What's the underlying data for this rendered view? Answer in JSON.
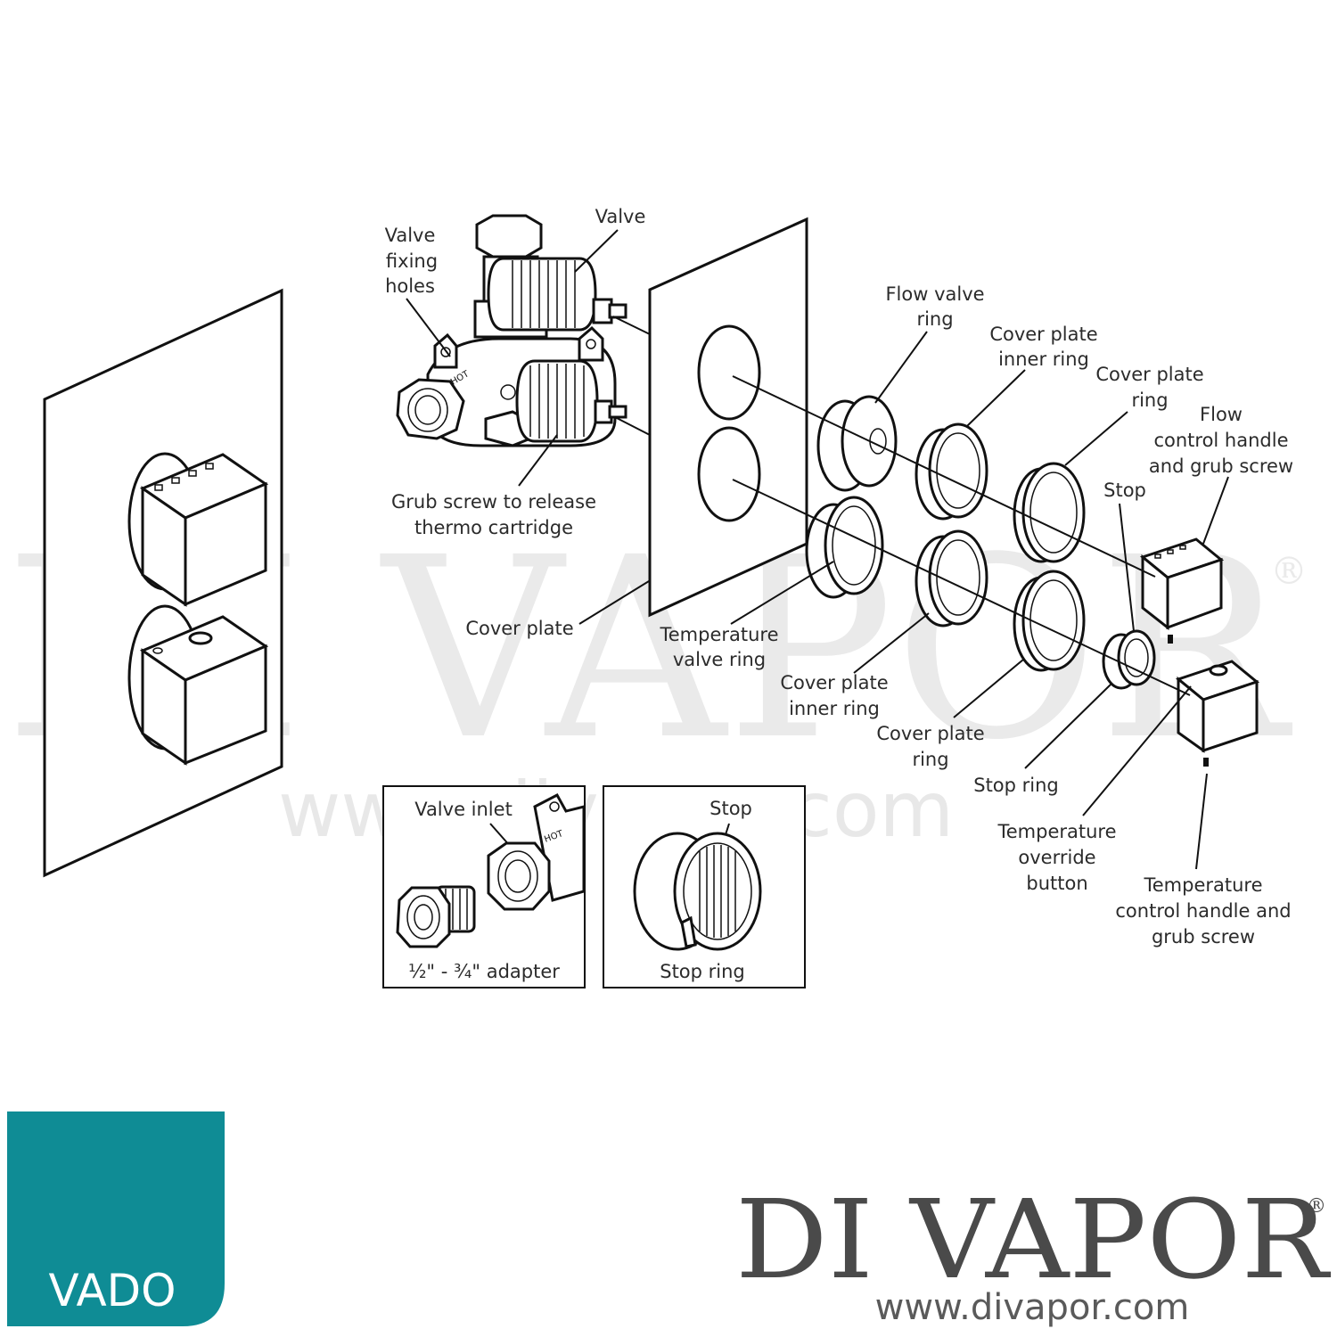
{
  "labels": {
    "valve": "Valve",
    "valve_fixing_holes": [
      "Valve",
      "fixing",
      "holes"
    ],
    "grub_screw_release": [
      "Grub screw to release",
      "thermo cartridge"
    ],
    "cover_plate": "Cover plate",
    "temperature_valve_ring": [
      "Temperature",
      "valve ring"
    ],
    "flow_valve_ring": [
      "Flow valve",
      "ring"
    ],
    "cover_plate_inner_ring_top": [
      "Cover plate",
      "inner ring"
    ],
    "cover_plate_ring_top": [
      "Cover plate",
      "ring"
    ],
    "flow_control_handle": [
      "Flow",
      "control handle",
      "and grub screw"
    ],
    "stop": "Stop",
    "cover_plate_inner_ring_bottom": [
      "Cover plate",
      "inner ring"
    ],
    "cover_plate_ring_bottom": [
      "Cover plate",
      "ring"
    ],
    "stop_ring": "Stop ring",
    "temperature_override_button": [
      "Temperature",
      "override",
      "button"
    ],
    "temperature_control_handle": [
      "Temperature",
      "control handle and",
      "grub screw"
    ]
  },
  "inset_adapter": {
    "valve_inlet": "Valve inlet",
    "hot_mark": "HOT",
    "caption": "½\" - ¾\" adapter"
  },
  "inset_stop": {
    "stop": "Stop",
    "caption": "Stop ring"
  },
  "valve_body": {
    "hot_mark": "HOT"
  },
  "watermark": {
    "text": "DI VAPOR",
    "registered": "®",
    "url": "www.divapor.com"
  },
  "brand": {
    "name": "DI VAPOR",
    "registered": "®",
    "url": "www.divapor.com"
  },
  "logo": {
    "text": "VADO",
    "color": "#0f8c95"
  }
}
